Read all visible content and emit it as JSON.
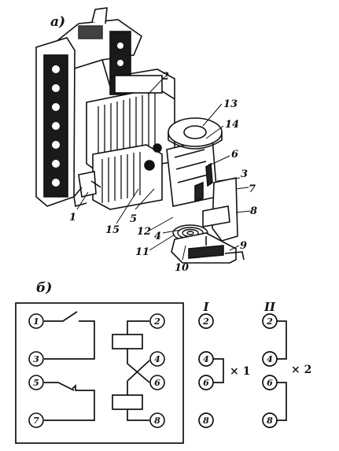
{
  "figure_a": {
    "panel_label": "а)",
    "callouts": [
      "1",
      "2",
      "3",
      "4",
      "5",
      "6",
      "7",
      "8",
      "9",
      "10",
      "11",
      "12",
      "13",
      "14",
      "15"
    ]
  },
  "figure_b": {
    "panel_label": "б)",
    "terminals": [
      "1",
      "2",
      "3",
      "4",
      "5",
      "6",
      "7",
      "8"
    ],
    "variant_I": {
      "title": "I",
      "terminals": [
        "2",
        "4",
        "6",
        "8"
      ],
      "jumper_label": "× 1"
    },
    "variant_II": {
      "title": "II",
      "terminals": [
        "2",
        "4",
        "6",
        "8"
      ],
      "jumper_label": "× 2"
    }
  },
  "colors": {
    "ink": "#111111",
    "paper": "#ffffff"
  }
}
